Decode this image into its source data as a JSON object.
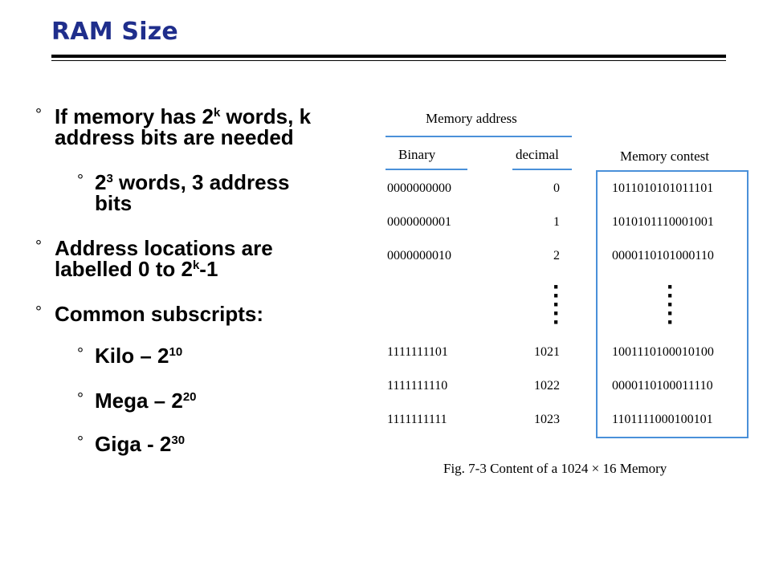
{
  "slide": {
    "title": "RAM Size",
    "bullet_marker": "°",
    "bullets": [
      {
        "lines": [
          "If memory has 2",
          "k",
          " words, k",
          "address bits are needed"
        ]
      },
      {
        "lines": [
          "2",
          "3",
          " words, 3 address",
          "bits"
        ]
      },
      {
        "lines": [
          "Address locations are",
          "labelled 0 to 2",
          "k",
          "-1"
        ]
      },
      {
        "text": "Common subscripts:"
      },
      {
        "pre": "Kilo – 2",
        "sup": "10"
      },
      {
        "pre": "Mega – 2",
        "sup": "20"
      },
      {
        "pre": "Giga - 2",
        "sup": "30"
      }
    ]
  },
  "figure": {
    "header_address": "Memory address",
    "header_binary": "Binary",
    "header_decimal": "decimal",
    "header_content": "Memory contest",
    "rows_top": [
      {
        "binary": "0000000000",
        "decimal": "0",
        "content": "1011010101011101"
      },
      {
        "binary": "0000000001",
        "decimal": "1",
        "content": "1010101110001001"
      },
      {
        "binary": "0000000010",
        "decimal": "2",
        "content": "0000110101000110"
      }
    ],
    "rows_bottom": [
      {
        "binary": "1111111101",
        "decimal": "1021",
        "content": "1001110100010100"
      },
      {
        "binary": "1111111110",
        "decimal": "1022",
        "content": "0000110100011110"
      },
      {
        "binary": "1111111111",
        "decimal": "1023",
        "content": "1101111000100101"
      }
    ],
    "caption": "Fig. 7-3  Content of a 1024 × 16 Memory"
  },
  "colors": {
    "title": "#1f2e8c",
    "accent": "#4a90d9"
  }
}
